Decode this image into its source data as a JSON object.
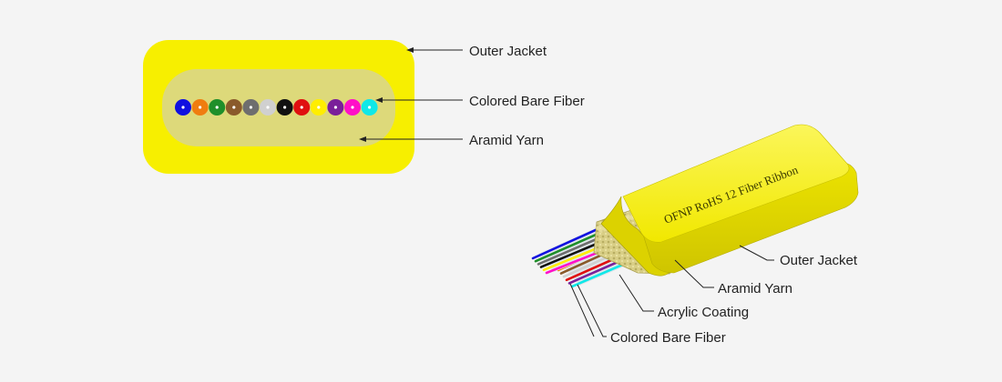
{
  "cross_section": {
    "labels": {
      "outer_jacket": "Outer Jacket",
      "colored_bare_fiber": "Colored Bare Fiber",
      "aramid_yarn": "Aramid Yarn"
    },
    "fiber_colors": [
      "#1010e0",
      "#f07d10",
      "#1f8f2a",
      "#8a5a2b",
      "#6e6e6e",
      "#d0d0d0",
      "#111111",
      "#e01010",
      "#ffee00",
      "#7a1f9a",
      "#ff10c8",
      "#10e8e8"
    ],
    "jacket_color": "#f7ef00",
    "yarn_color": "#ddd97a"
  },
  "cable_3d": {
    "print_text": "OFNP RoHS 12 Fiber Ribbon",
    "labels": {
      "outer_jacket": "Outer Jacket",
      "aramid_yarn": "Aramid Yarn",
      "acrylic_coating": "Acrylic Coating",
      "colored_bare_fiber": "Colored Bare Fiber"
    }
  }
}
